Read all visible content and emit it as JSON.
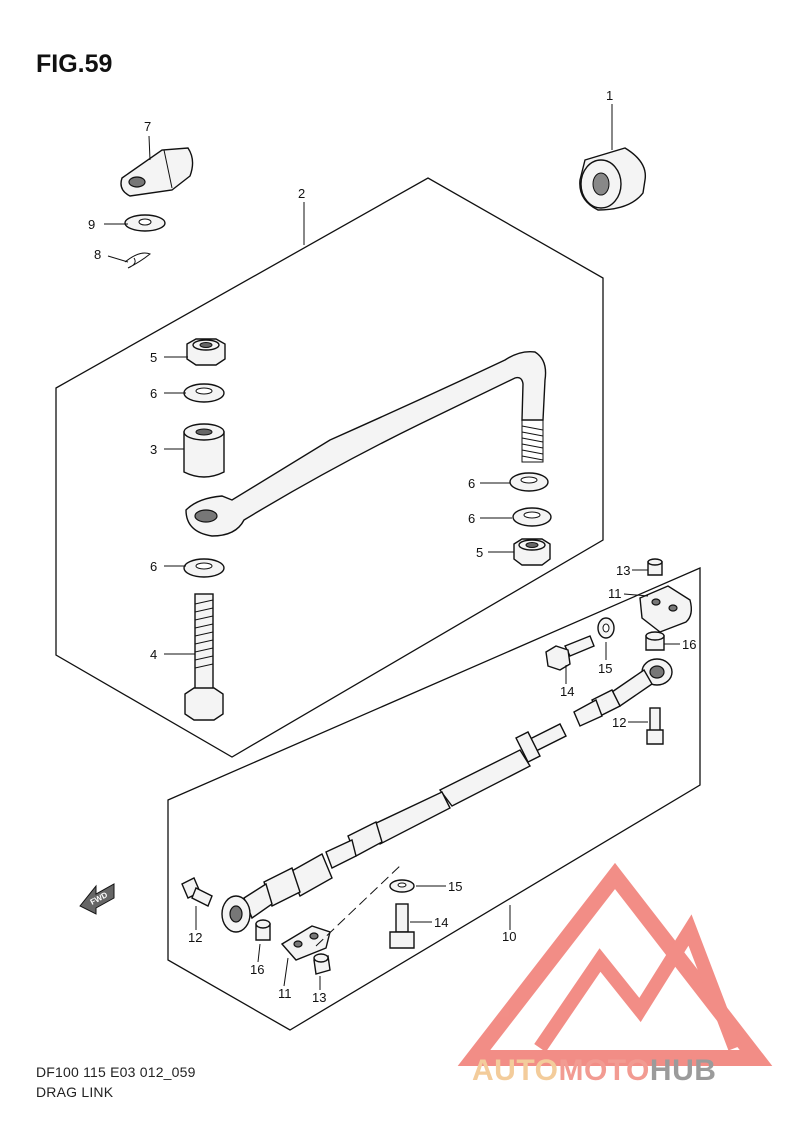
{
  "figure": {
    "title": "FIG.59",
    "code": "DF100 115 E03 012_059",
    "name": "DRAG LINK"
  },
  "callouts": [
    {
      "id": "c1",
      "label": "1"
    },
    {
      "id": "c2",
      "label": "2"
    },
    {
      "id": "c3",
      "label": "3"
    },
    {
      "id": "c4",
      "label": "4"
    },
    {
      "id": "c5a",
      "label": "5"
    },
    {
      "id": "c5b",
      "label": "5"
    },
    {
      "id": "c6a",
      "label": "6"
    },
    {
      "id": "c6b",
      "label": "6"
    },
    {
      "id": "c6c",
      "label": "6"
    },
    {
      "id": "c6d",
      "label": "6"
    },
    {
      "id": "c7",
      "label": "7"
    },
    {
      "id": "c8",
      "label": "8"
    },
    {
      "id": "c9",
      "label": "9"
    },
    {
      "id": "c10",
      "label": "10"
    },
    {
      "id": "c11a",
      "label": "11"
    },
    {
      "id": "c11b",
      "label": "11"
    },
    {
      "id": "c12a",
      "label": "12"
    },
    {
      "id": "c12b",
      "label": "12"
    },
    {
      "id": "c13a",
      "label": "13"
    },
    {
      "id": "c13b",
      "label": "13"
    },
    {
      "id": "c14a",
      "label": "14"
    },
    {
      "id": "c14b",
      "label": "14"
    },
    {
      "id": "c15a",
      "label": "15"
    },
    {
      "id": "c15b",
      "label": "15"
    },
    {
      "id": "c16a",
      "label": "16"
    },
    {
      "id": "c16b",
      "label": "16"
    }
  ],
  "direction_marker": "FWD",
  "watermark": {
    "prefix": "AUTO",
    "middle": "MOTO",
    "suffix": "HUB",
    "colors": {
      "prefix": "#f2c48a",
      "middle": "#f08a80",
      "suffix": "#8a8a8a",
      "triangle": "#f07a72"
    }
  }
}
